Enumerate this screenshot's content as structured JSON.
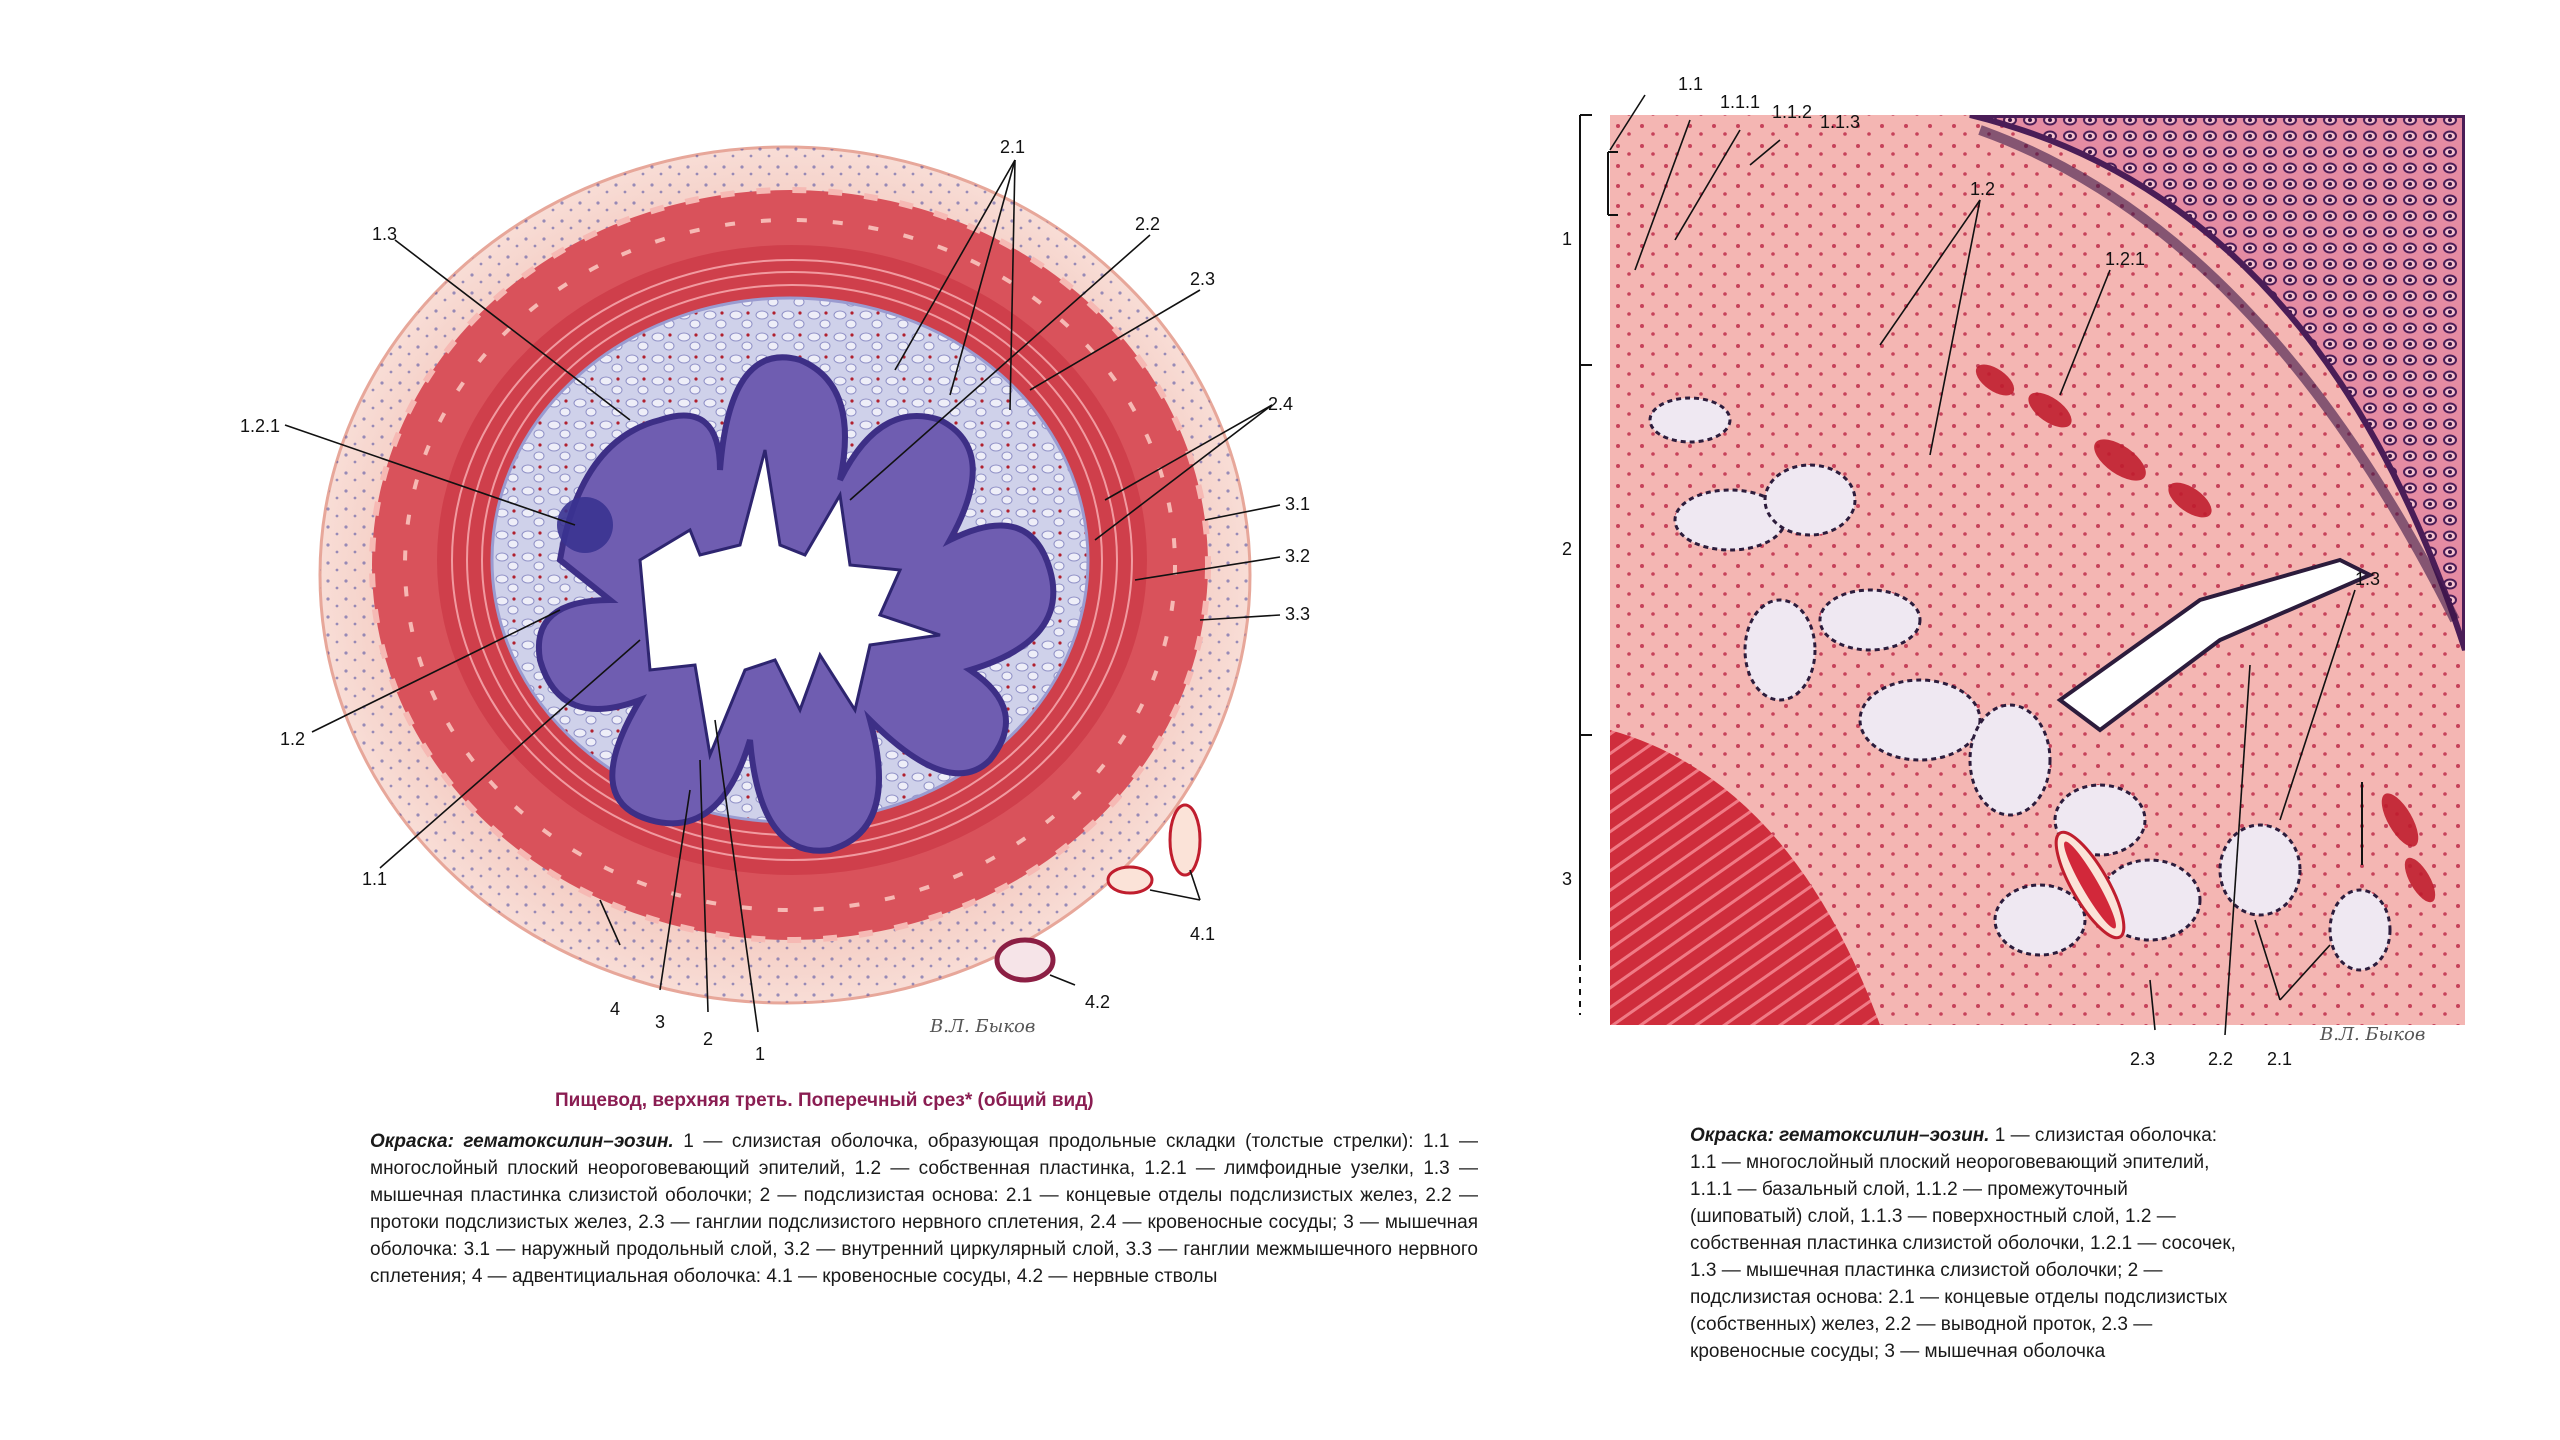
{
  "left_figure": {
    "labels": {
      "l_1_3": "1.3",
      "l_2_1": "2.1",
      "l_2_2": "2.2",
      "l_2_3": "2.3",
      "l_2_4": "2.4",
      "l_1_2_1": "1.2.1",
      "l_3_1": "3.1",
      "l_3_2": "3.2",
      "l_3_3": "3.3",
      "l_1_2": "1.2",
      "l_1_1": "1.1",
      "l_4": "4",
      "l_3": "3",
      "l_2": "2",
      "l_1": "1",
      "l_4_1": "4.1",
      "l_4_2": "4.2"
    },
    "signature": "В.Л. Быков"
  },
  "right_figure": {
    "labels": {
      "r_1_1": "1.1",
      "r_1_1_1": "1.1.1",
      "r_1_1_2": "1.1.2",
      "r_1_1_3": "1.1.3",
      "r_1_2": "1.2",
      "r_1_2_1": "1.2.1",
      "r_1_3": "1.3",
      "r_2_3": "2.3",
      "r_2_2": "2.2",
      "r_2_1": "2.1",
      "r_1": "1",
      "r_2": "2",
      "r_3": "3"
    },
    "signature": "В.Л. Быков",
    "dots": "··"
  },
  "captions": {
    "left_title": "Пищевод, верхняя треть. Поперечный срез* (общий вид)",
    "left_stain": "Окраска: гематоксилин–эозин.",
    "left_text": " 1 — слизистая оболочка, образующая продольные складки (толстые стрелки): 1.1 — многослойный плоский неороговевающий эпителий, 1.2 — собственная пластинка, 1.2.1 — лимфоидные узелки, 1.3 — мышечная пластинка слизистой оболочки; 2 — подслизистая основа: 2.1 — концевые отделы подслизистых желез, 2.2 — протоки подслизистых желез, 2.3 — ганглии подслизистого нервного сплетения, 2.4 — кровеносные сосуды; 3 — мышечная оболочка: 3.1 — наружный продольный слой, 3.2 — внутренний циркулярный слой, 3.3 — ганглии межмышечного нервного сплетения; 4 — адвентициальная оболочка: 4.1 — кровеносные сосуды, 4.2 — нервные стволы",
    "right_stain": "Окраска: гематоксилин–эозин.",
    "right_text": " 1 — слизистая оболочка: 1.1 — многослойный плоский неороговевающий эпителий, 1.1.1 — базальный слой, 1.1.2 — промежуточный (шиповатый) слой, 1.1.3 — поверхностный слой, 1.2 — собственная пластинка слизистой оболочки, 1.2.1 — сосочек, 1.3 — мышечная пластинка слизистой оболочки; 2 — подслизистая основа: 2.1 — концевые отделы подслизистых (собственных) желез, 2.2 — выводной проток, 2.3 — кровеносные сосуды; 3 — мышечная оболочка"
  },
  "colors": {
    "adventitia": "#f3c9c0",
    "muscle": "#d94b55",
    "muscle_dark": "#b8323d",
    "submucosa": "#c9cbe6",
    "mucosa": "#7b6bb8",
    "epithelium": "#5a4b9e",
    "lumen": "#ffffff",
    "glands": "#e9e6f3",
    "vessel": "#c01e2e",
    "caption_title": "#8a1d52"
  }
}
